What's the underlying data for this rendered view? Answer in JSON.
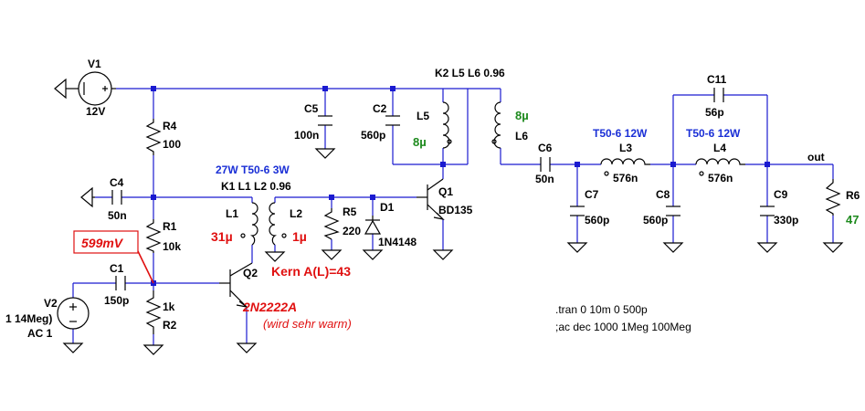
{
  "components": {
    "v1": {
      "name": "V1",
      "value": "12V"
    },
    "v2": {
      "name": "V2",
      "value1": "1 14Meg)",
      "value2": "AC 1"
    },
    "r1": {
      "name": "R1",
      "value": "10k"
    },
    "r2": {
      "name": "R2",
      "value": "1k"
    },
    "r4": {
      "name": "R4",
      "value": "100"
    },
    "r5": {
      "name": "R5",
      "value": "220"
    },
    "r6": {
      "name": "R6",
      "value": "47"
    },
    "c1": {
      "name": "C1",
      "value": "150p"
    },
    "c2": {
      "name": "C2",
      "value": "560p"
    },
    "c4": {
      "name": "C4",
      "value": "50n"
    },
    "c5": {
      "name": "C5",
      "value": "100n"
    },
    "c6": {
      "name": "C6",
      "value": "50n"
    },
    "c7": {
      "name": "C7",
      "value": "560p"
    },
    "c8": {
      "name": "C8",
      "value": "560p"
    },
    "c9": {
      "name": "C9",
      "value": "330p"
    },
    "c11": {
      "name": "C11",
      "value": "56p"
    },
    "l1": {
      "name": "L1",
      "value": "31µ"
    },
    "l2": {
      "name": "L2",
      "value": "1µ"
    },
    "l3": {
      "name": "L3",
      "value": "576n",
      "core": "T50-6  12W"
    },
    "l4": {
      "name": "L4",
      "value": "576n",
      "core": "T50-6  12W"
    },
    "l5": {
      "name": "L5",
      "value": "8µ"
    },
    "l6": {
      "name": "L6",
      "value": "8µ"
    },
    "d1": {
      "name": "D1",
      "part": "1N4148"
    },
    "q1": {
      "name": "Q1",
      "part": "BD135"
    },
    "q2": {
      "name": "Q2",
      "part": "2N2222A",
      "note": "(wird sehr warm)"
    }
  },
  "coupling": {
    "k1": "K1 L1 L2  0.96",
    "k1_core": "27W   T50-6   3W",
    "k2": "K2 L5 L6 0.96",
    "kern": "Kern A(L)=43"
  },
  "probe": {
    "value": "599mV"
  },
  "net_labels": {
    "out": "out"
  },
  "directives": {
    "tran": ".tran 0 10m 0 500p",
    "ac": ";ac dec 1000 1Meg 100Meg"
  },
  "colors": {
    "wire": "#1a1ad0",
    "annotation_red": "#e01010",
    "annotation_blue": "#1a2fd6",
    "value_green": "#1d8a1d"
  }
}
